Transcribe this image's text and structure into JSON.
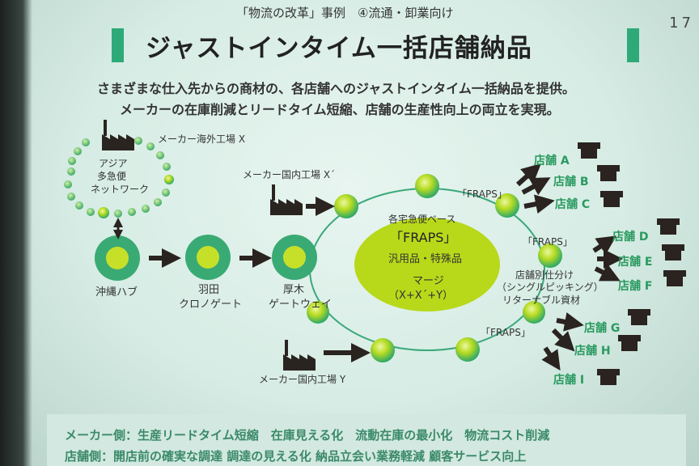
{
  "header": {
    "category": "「物流の改革」事例　④流通・卸業向け",
    "page_number": "17",
    "title": "ジャストインタイム一括店舗納品",
    "subtitle_1": "さまざまな仕入先からの商材の、各店舗へのジャストインタイム一括納品を提供。",
    "subtitle_2": "メーカーの在庫削減とリードタイム短縮、店舗の生産性向上の両立を実現。"
  },
  "diagram": {
    "factory_overseas": "メーカー海外工場 X",
    "asia_network": [
      "アジア",
      "多急便",
      "ネットワーク"
    ],
    "factory_domestic_1": "メーカー国内工場 X´",
    "factory_domestic_2": "メーカー国内工場 Y",
    "hub_okinawa": "沖縄ハブ",
    "hub_haneda": [
      "羽田",
      "クロノゲート"
    ],
    "hub_atsugi": [
      "厚木",
      "ゲートウェイ"
    ],
    "center_base": "各宅急便ベース",
    "center_fraps": "「FRAPS」",
    "center_goods": "汎用品・特殊品",
    "center_merge": [
      "マージ",
      "（X+X´+Y）"
    ],
    "fraps_label": "「FRAPS」",
    "sorting_notes": [
      "店舗別仕分け",
      "（シングルピッキング）",
      "リターナブル資材"
    ],
    "stores": [
      "店舗 A",
      "店舗 B",
      "店舗 C",
      "店舗 D",
      "店舗 E",
      "店舗 F",
      "店舗 G",
      "店舗 H",
      "店舗 I"
    ]
  },
  "footer": {
    "maker_label": "メーカー側：",
    "maker_text": "生産リードタイム短縮　在庫見える化　流動在庫の最小化　物流コスト削減",
    "store_label": "店舗側：",
    "store_text": "開店前の確実な調達 調達の見える化 納品立会い業務軽減 顧客サービス向上"
  },
  "colors": {
    "accent_green": "#2eaa78",
    "node_lime": "#b9dc1e",
    "arrow_dark": "#2a2320",
    "store_text": "#2a9a60"
  }
}
